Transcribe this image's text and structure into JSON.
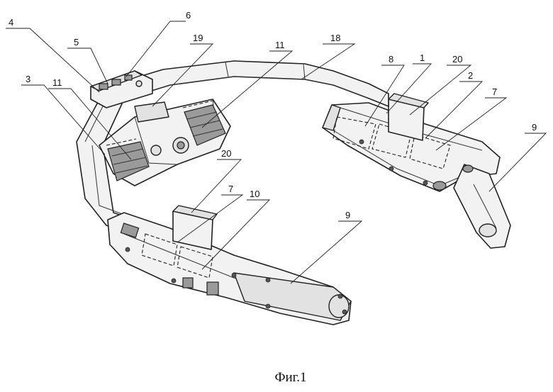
{
  "figure": {
    "caption": "Фиг.1",
    "labels": [
      "4",
      "6",
      "5",
      "19",
      "11",
      "18",
      "3",
      "11",
      "8",
      "1",
      "20",
      "2",
      "7",
      "9",
      "20",
      "7",
      "10",
      "9"
    ]
  }
}
